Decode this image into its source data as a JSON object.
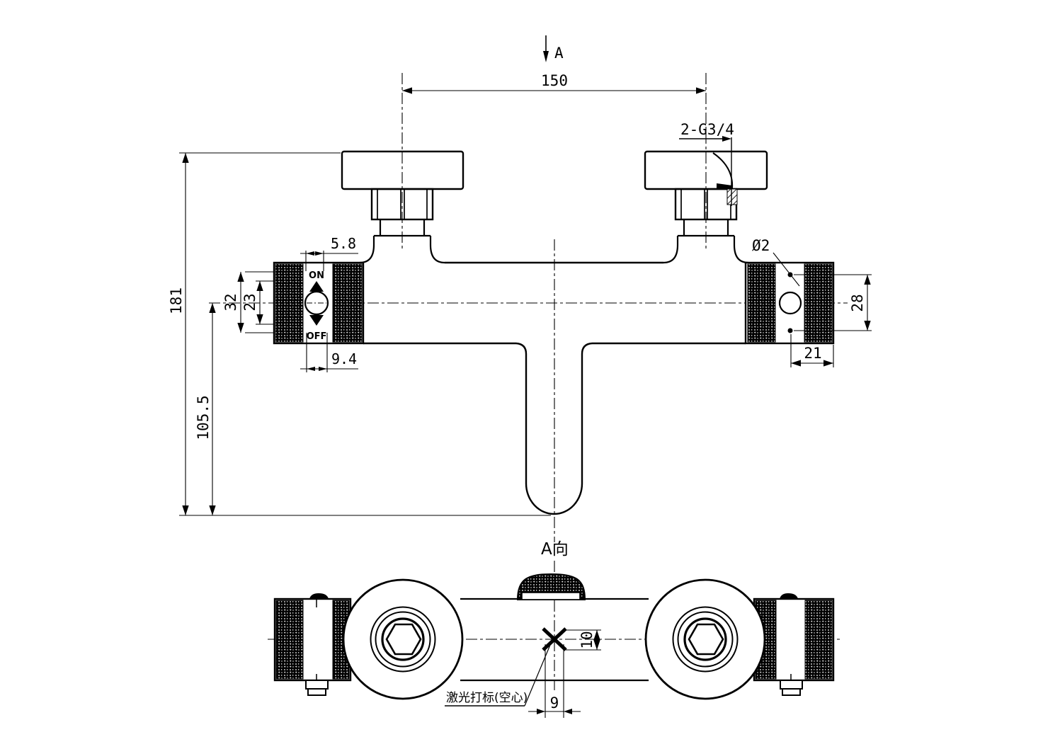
{
  "front_view": {
    "section_arrow_label": "A",
    "annotations": {
      "thread": "2-G3/4",
      "hole_dia": "Ø2",
      "on": "ON",
      "off": "OFF"
    },
    "dims": {
      "port_spacing": "150",
      "total_height": "181",
      "center_to_spout": "105.5",
      "knob_band_outer": "32",
      "knob_band_inner": "23",
      "top_offset": "5.8",
      "bottom_offset": "9.4",
      "dot_spacing": "28",
      "dot_to_edge": "21"
    }
  },
  "bottom_view": {
    "view_label": "A向",
    "note_laser": "激光打标(空心)",
    "dims": {
      "mark_height": "10",
      "mark_width": "9"
    }
  },
  "colors": {
    "line": "#000000",
    "background": "#ffffff"
  }
}
